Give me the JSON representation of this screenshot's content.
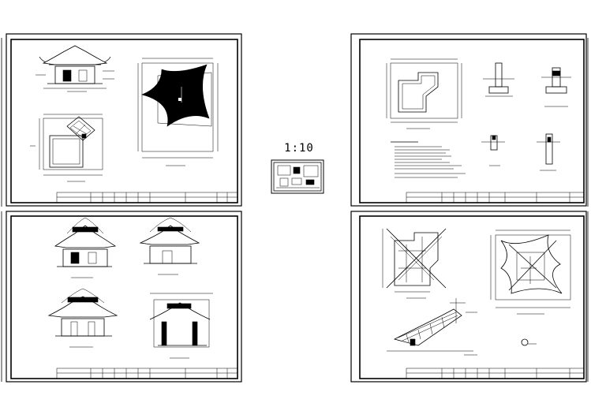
{
  "canvas": {
    "background": "#ffffff",
    "line_color": "#000000"
  },
  "center": {
    "scale_text": "1:10"
  },
  "sheets": [
    {
      "name": "sheet-top-left",
      "content": [
        "elevation",
        "plan",
        "roof-plan"
      ]
    },
    {
      "name": "sheet-top-right",
      "content": [
        "foundation-plan",
        "section-details",
        "notes"
      ]
    },
    {
      "name": "sheet-bottom-left",
      "content": [
        "front-elevation",
        "side-elevation",
        "rear-elevation",
        "section"
      ]
    },
    {
      "name": "sheet-bottom-right",
      "content": [
        "roof-framing-plan",
        "roof-plan",
        "rafter-detail"
      ]
    }
  ]
}
